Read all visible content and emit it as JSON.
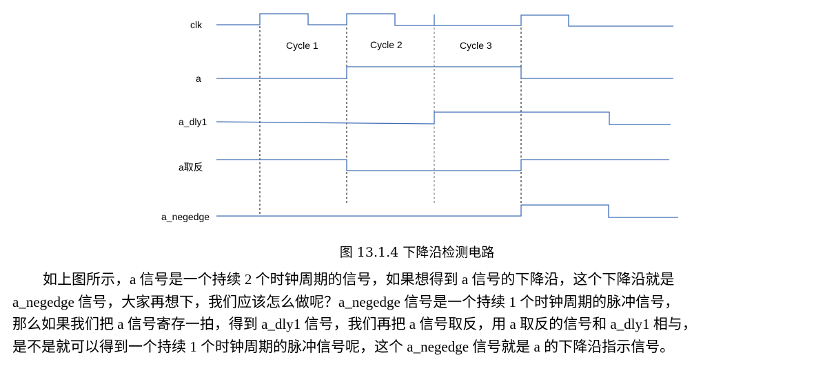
{
  "diagram": {
    "signals": [
      "clk",
      "a",
      "a_dly1",
      "a取反",
      "a_negedge"
    ],
    "cycles": [
      "Cycle 1",
      "Cycle 2",
      "Cycle 3"
    ],
    "wave_color": "#3f6db5"
  },
  "caption": "图 13.1.4 下降沿检测电路",
  "paragraph": [
    "如上图所示，a 信号是一个持续 2 个时钟周期的信号，如果想得到 a 信号的下降沿，这个下降沿就是",
    "a_negedge 信号，大家再想下，我们应该怎么做呢？a_negedge 信号是一个持续 1 个时钟周期的脉冲信号，",
    "那么如果我们把 a 信号寄存一拍，得到 a_dly1 信号，我们再把 a 信号取反，用 a 取反的信号和 a_dly1 相与，",
    "是不是就可以得到一个持续 1 个时钟周期的脉冲信号呢，这个 a_negedge 信号就是 a 的下降沿指示信号。"
  ]
}
